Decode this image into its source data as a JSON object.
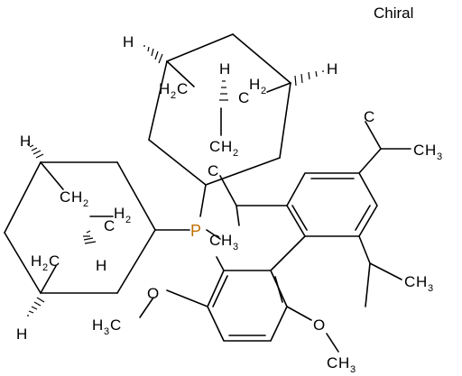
{
  "flag": "Chiral",
  "atoms": {
    "phosphorus": "P",
    "hydrogen": "H",
    "oxygen": "O",
    "carbon": "C",
    "sub2": "2",
    "sub3": "3"
  },
  "colors": {
    "phosphorus": "#c07000",
    "bonds": "#000000"
  }
}
